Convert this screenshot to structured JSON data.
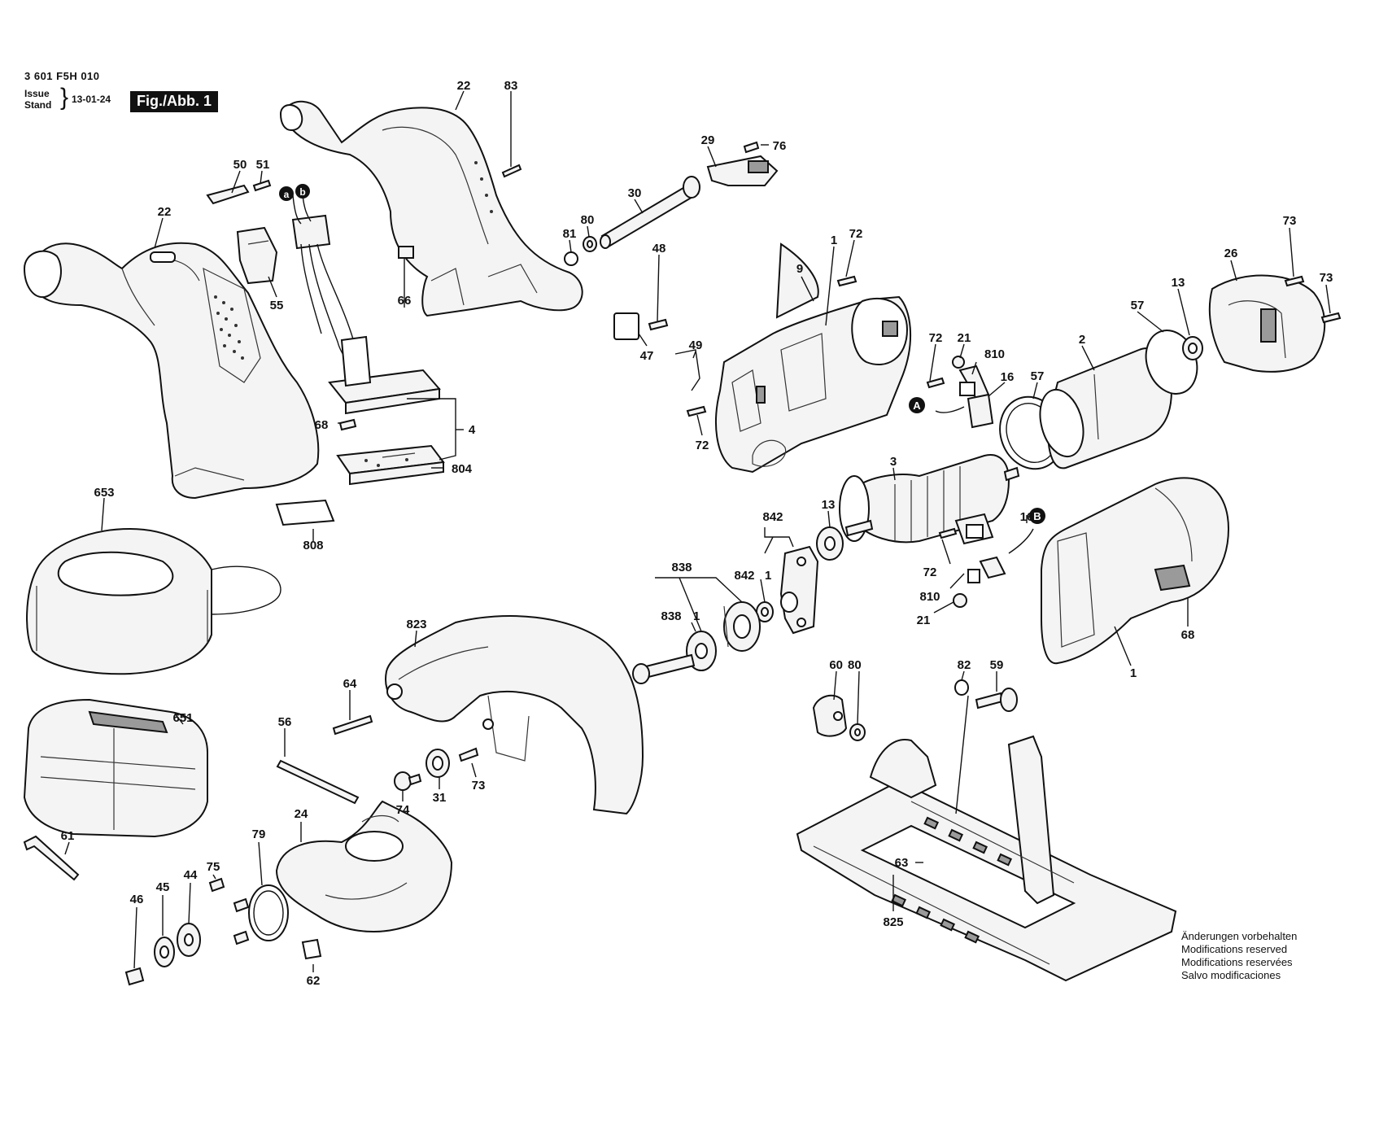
{
  "header": {
    "doc_number": "3 601 F5H 010",
    "issue_label": "Issue",
    "stand_label": "Stand",
    "issue_date": "13-01-24",
    "figure_label": "Fig./Abb. 1"
  },
  "notice": [
    "Änderungen vorbehalten",
    "Modifications reserved",
    "Modifications reservées",
    "Salvo modificaciones"
  ],
  "markers": {
    "a": "a",
    "b": "b",
    "A": "A",
    "B": "B"
  },
  "callouts": {
    "c22a": "22",
    "c83": "83",
    "c22b": "22",
    "c50": "50",
    "c51": "51",
    "c55": "55",
    "c66": "66",
    "c68a": "68",
    "c4": "4",
    "c804": "804",
    "c808": "808",
    "c29": "29",
    "c76": "76",
    "c30": "30",
    "c81": "81",
    "c80a": "80",
    "c9": "9",
    "c1a": "1",
    "c72a": "72",
    "c47": "47",
    "c48": "48",
    "c49": "49",
    "c72b": "72",
    "c72c": "72",
    "c21a": "21",
    "c810a": "810",
    "c16a": "16",
    "c73a": "73",
    "c26": "26",
    "c73b": "73",
    "c13a": "13",
    "c57a": "57",
    "c2": "2",
    "c57b": "57",
    "c3": "3",
    "c13b": "13",
    "c842a": "842",
    "c842b": "842",
    "c1b": "1",
    "c838a": "838",
    "c838b": "838",
    "c1c": "1",
    "c16b": "16",
    "c72d": "72",
    "c810b": "810",
    "c21b": "21",
    "c68b": "68",
    "c1d": "1",
    "c653": "653",
    "c651": "651",
    "c61": "61",
    "c823": "823",
    "c64": "64",
    "c56": "56",
    "c74": "74",
    "c31": "31",
    "c73c": "73",
    "c79": "79",
    "c24": "24",
    "c75": "75",
    "c44": "44",
    "c45": "45",
    "c46": "46",
    "c62": "62",
    "c60": "60",
    "c80b": "80",
    "c82": "82",
    "c59": "59",
    "c63": "63",
    "c825": "825"
  }
}
